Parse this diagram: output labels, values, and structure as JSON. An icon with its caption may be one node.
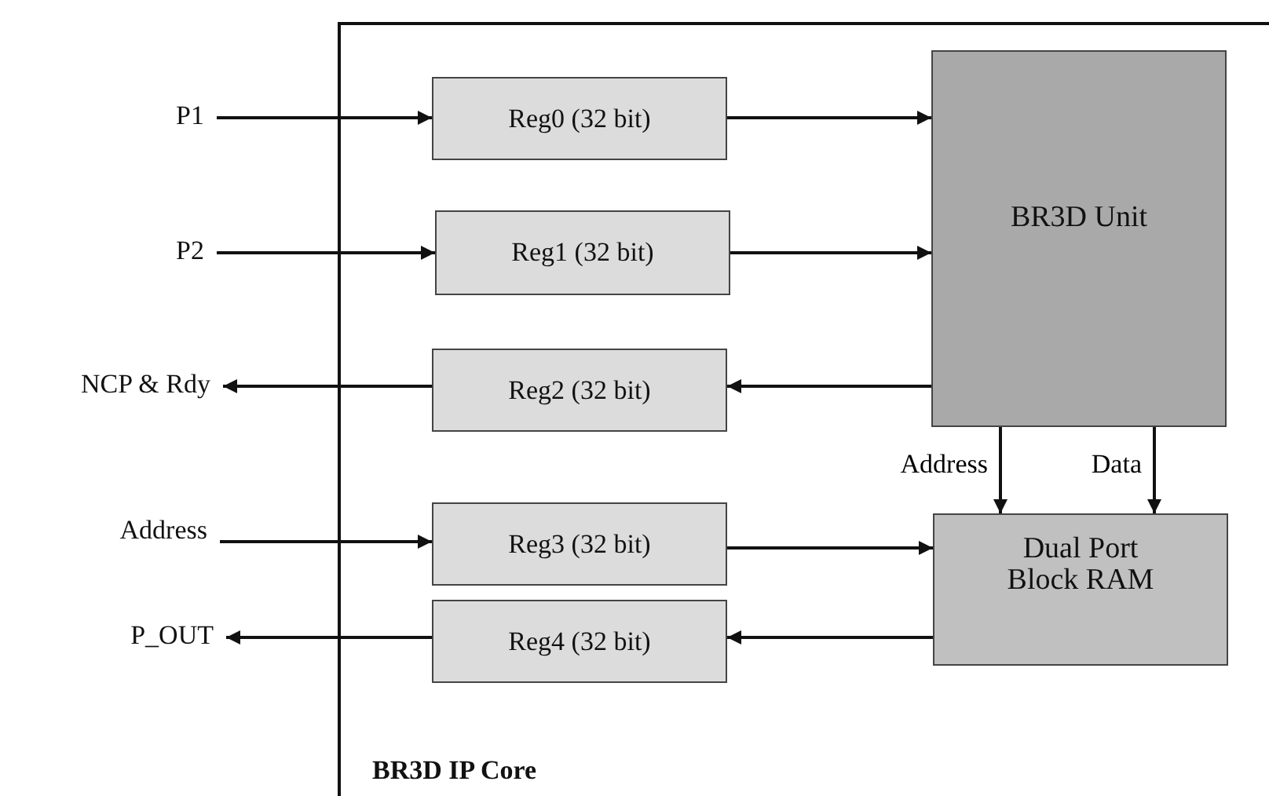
{
  "diagram": {
    "nodes": [
      {
        "text": [
          "BR3D IP Core"
        ]
      },
      {
        "text": [
          "P1"
        ]
      },
      {
        "text": [
          "P2"
        ]
      },
      {
        "text": [
          "NCP & Rdy"
        ]
      },
      {
        "text": [
          "Address"
        ]
      },
      {
        "text": [
          "P_OUT"
        ]
      },
      {
        "text": [
          "Reg0 (32 bit)"
        ],
        "in": 0
      },
      {
        "text": [
          "Reg1 (32 bit)"
        ],
        "in": 0
      },
      {
        "text": [
          "Reg2 (32 bit)"
        ],
        "in": 0
      },
      {
        "text": [
          "Reg3 (32 bit)"
        ],
        "in": 0
      },
      {
        "text": [
          "Reg4 (32 bit)"
        ],
        "in": 0
      },
      {
        "text": [
          "BR3D Unit"
        ],
        "in": 0
      },
      {
        "text": [
          "Dual Port Block RAM"
        ],
        "in": 0
      }
    ],
    "edges": [
      {
        "from": 1,
        "to": 6,
        "arrow": "to"
      },
      {
        "from": 6,
        "to": 11,
        "arrow": "to"
      },
      {
        "from": 2,
        "to": 7,
        "arrow": "to"
      },
      {
        "from": 7,
        "to": 11,
        "arrow": "to"
      },
      {
        "from": 8,
        "to": 3,
        "arrow": "to"
      },
      {
        "from": 11,
        "to": 8,
        "arrow": "to"
      },
      {
        "from": 11,
        "to": 12,
        "label": "Address",
        "arrow": "to"
      },
      {
        "from": 11,
        "to": 12,
        "label": "Data",
        "arrow": "to"
      },
      {
        "from": 4,
        "to": 9,
        "arrow": "to"
      },
      {
        "from": 9,
        "to": 12,
        "arrow": "to"
      },
      {
        "from": 10,
        "to": 5,
        "arrow": "to"
      },
      {
        "from": 12,
        "to": 10,
        "arrow": "to"
      }
    ]
  }
}
